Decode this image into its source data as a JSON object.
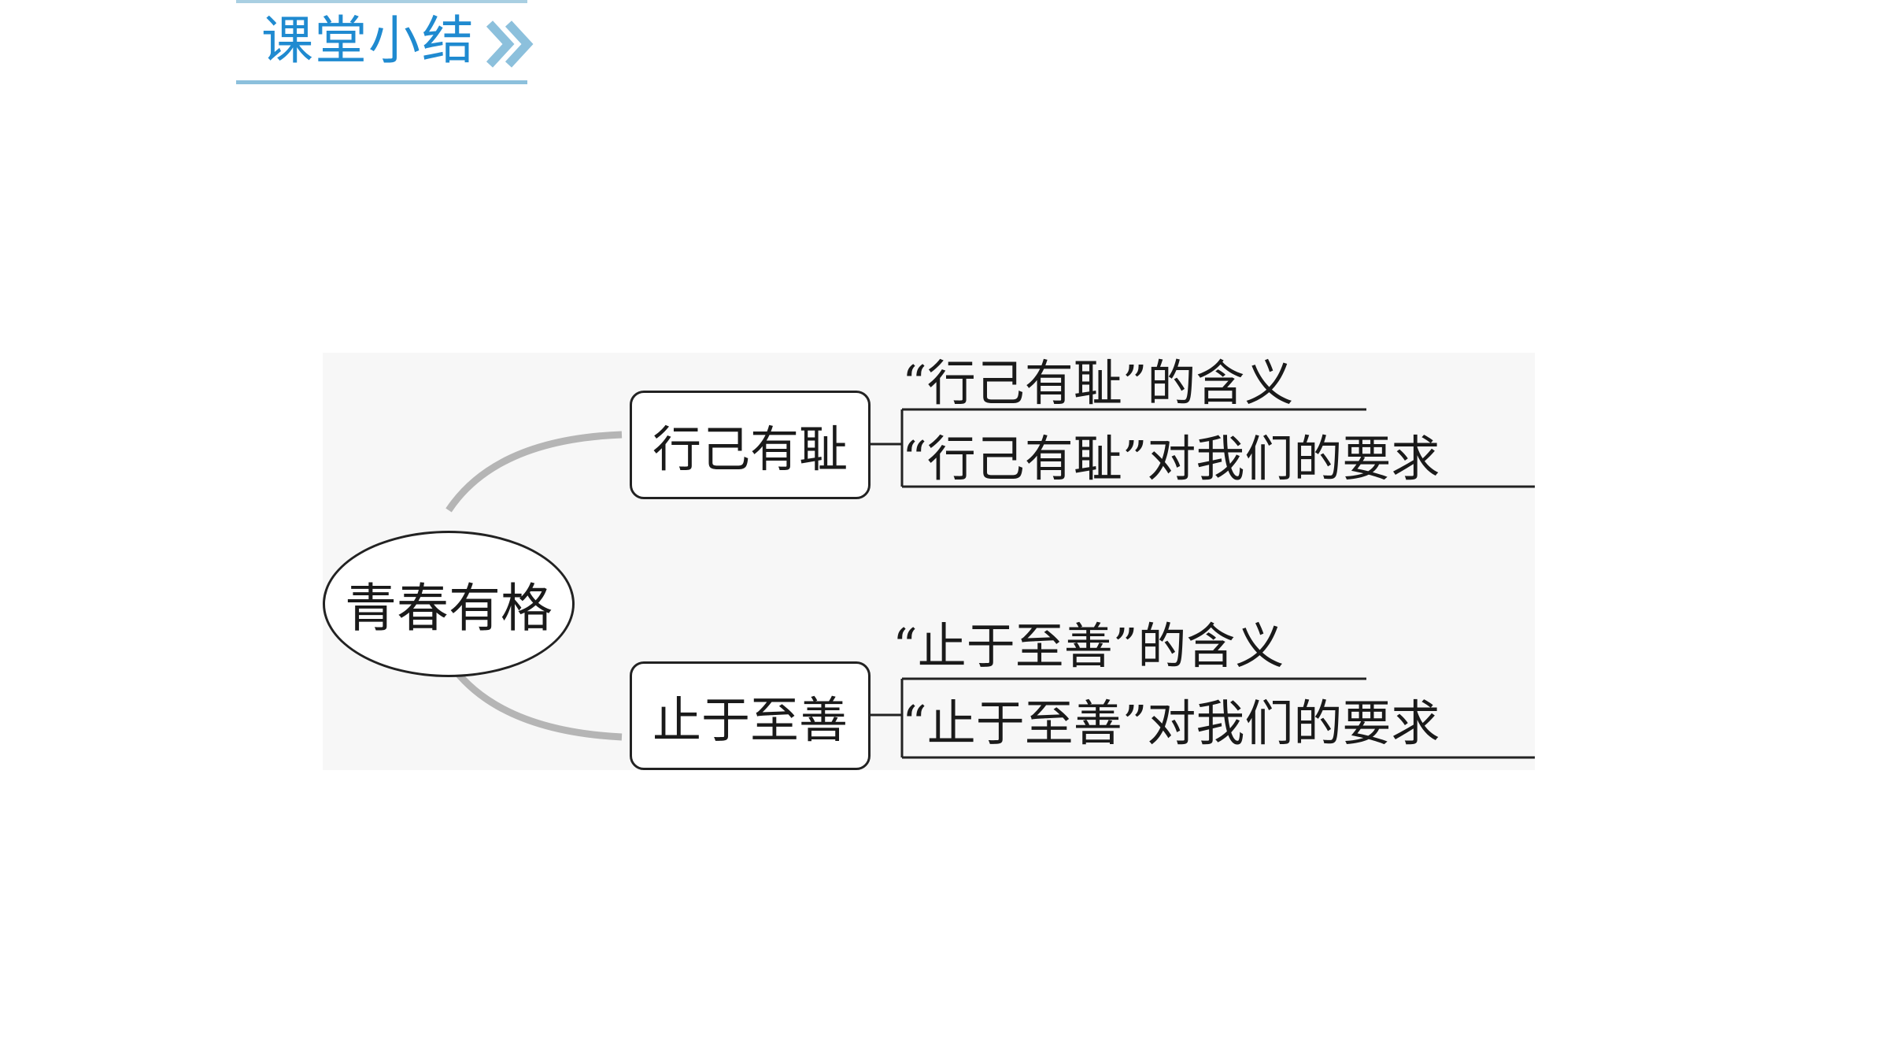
{
  "header": {
    "title": "课堂小结"
  },
  "diagram": {
    "root": "青春有格",
    "branches": [
      {
        "label": "行己有耻",
        "items": [
          "“行己有耻”的含义",
          "“行己有耻”对我们的要求"
        ]
      },
      {
        "label": "止于至善",
        "items": [
          "“止于至善”的含义",
          "“止于至善”对我们的要求"
        ]
      }
    ]
  },
  "colors": {
    "accent": "#1f8ad0",
    "chevron": "#8cc0dc",
    "connector": "#b5b5b5"
  }
}
